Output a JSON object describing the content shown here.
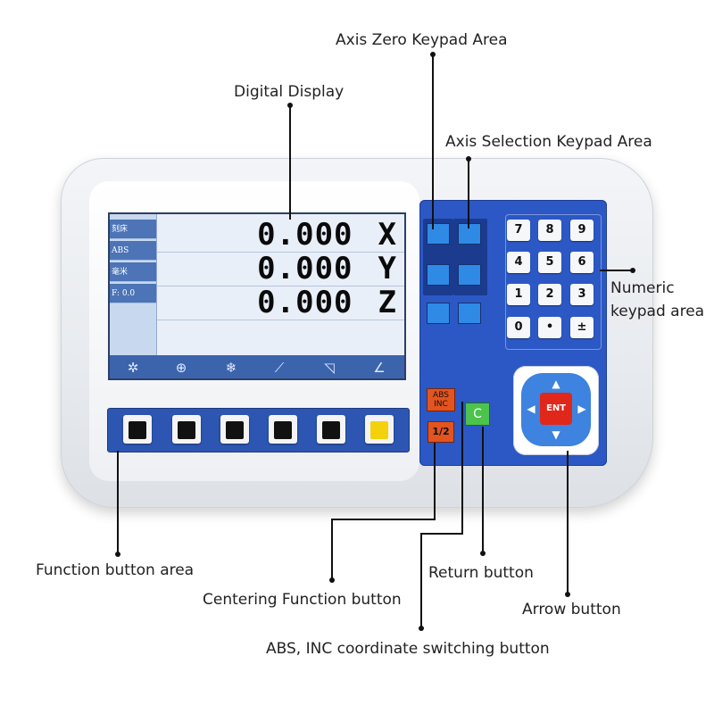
{
  "callouts": {
    "axis_zero": "Axis Zero Keypad Area",
    "digital_display": "Digital Display",
    "axis_selection": "Axis Selection Keypad Area",
    "numeric_line1": "Numeric",
    "numeric_line2": "keypad area",
    "function_area": "Function button area",
    "centering": "Centering Function button",
    "return": "Return button",
    "arrow": "Arrow button",
    "abs_inc": "ABS, INC coordinate switching button"
  },
  "display": {
    "sidebar": [
      "刻床",
      "ABS",
      "毫米",
      "F:  0.0"
    ],
    "readouts": [
      {
        "value": "0.000",
        "axis": "X"
      },
      {
        "value": "0.000",
        "axis": "Y"
      },
      {
        "value": "0.000",
        "axis": "Z"
      }
    ],
    "toolbar_icons": [
      "gear-icon",
      "zoom-icon",
      "snowflake-icon",
      "ruler-icon",
      "arc-icon",
      "angle-icon"
    ]
  },
  "keypad": {
    "numbers": [
      "7",
      "8",
      "9",
      "4",
      "5",
      "6",
      "1",
      "2",
      "3",
      "0",
      "•",
      "±"
    ],
    "abs_inc_top": "ABS",
    "abs_inc_bottom": "INC",
    "half": "1/2",
    "clear": "C",
    "enter": "ENT"
  },
  "colors": {
    "panel_blue": "#2b58c4",
    "screen_blue": "#3c64ad",
    "key_orange": "#e3541f",
    "key_green": "#4cc34a",
    "enter_red": "#e0271a",
    "function_yellow": "#f3d20b"
  }
}
